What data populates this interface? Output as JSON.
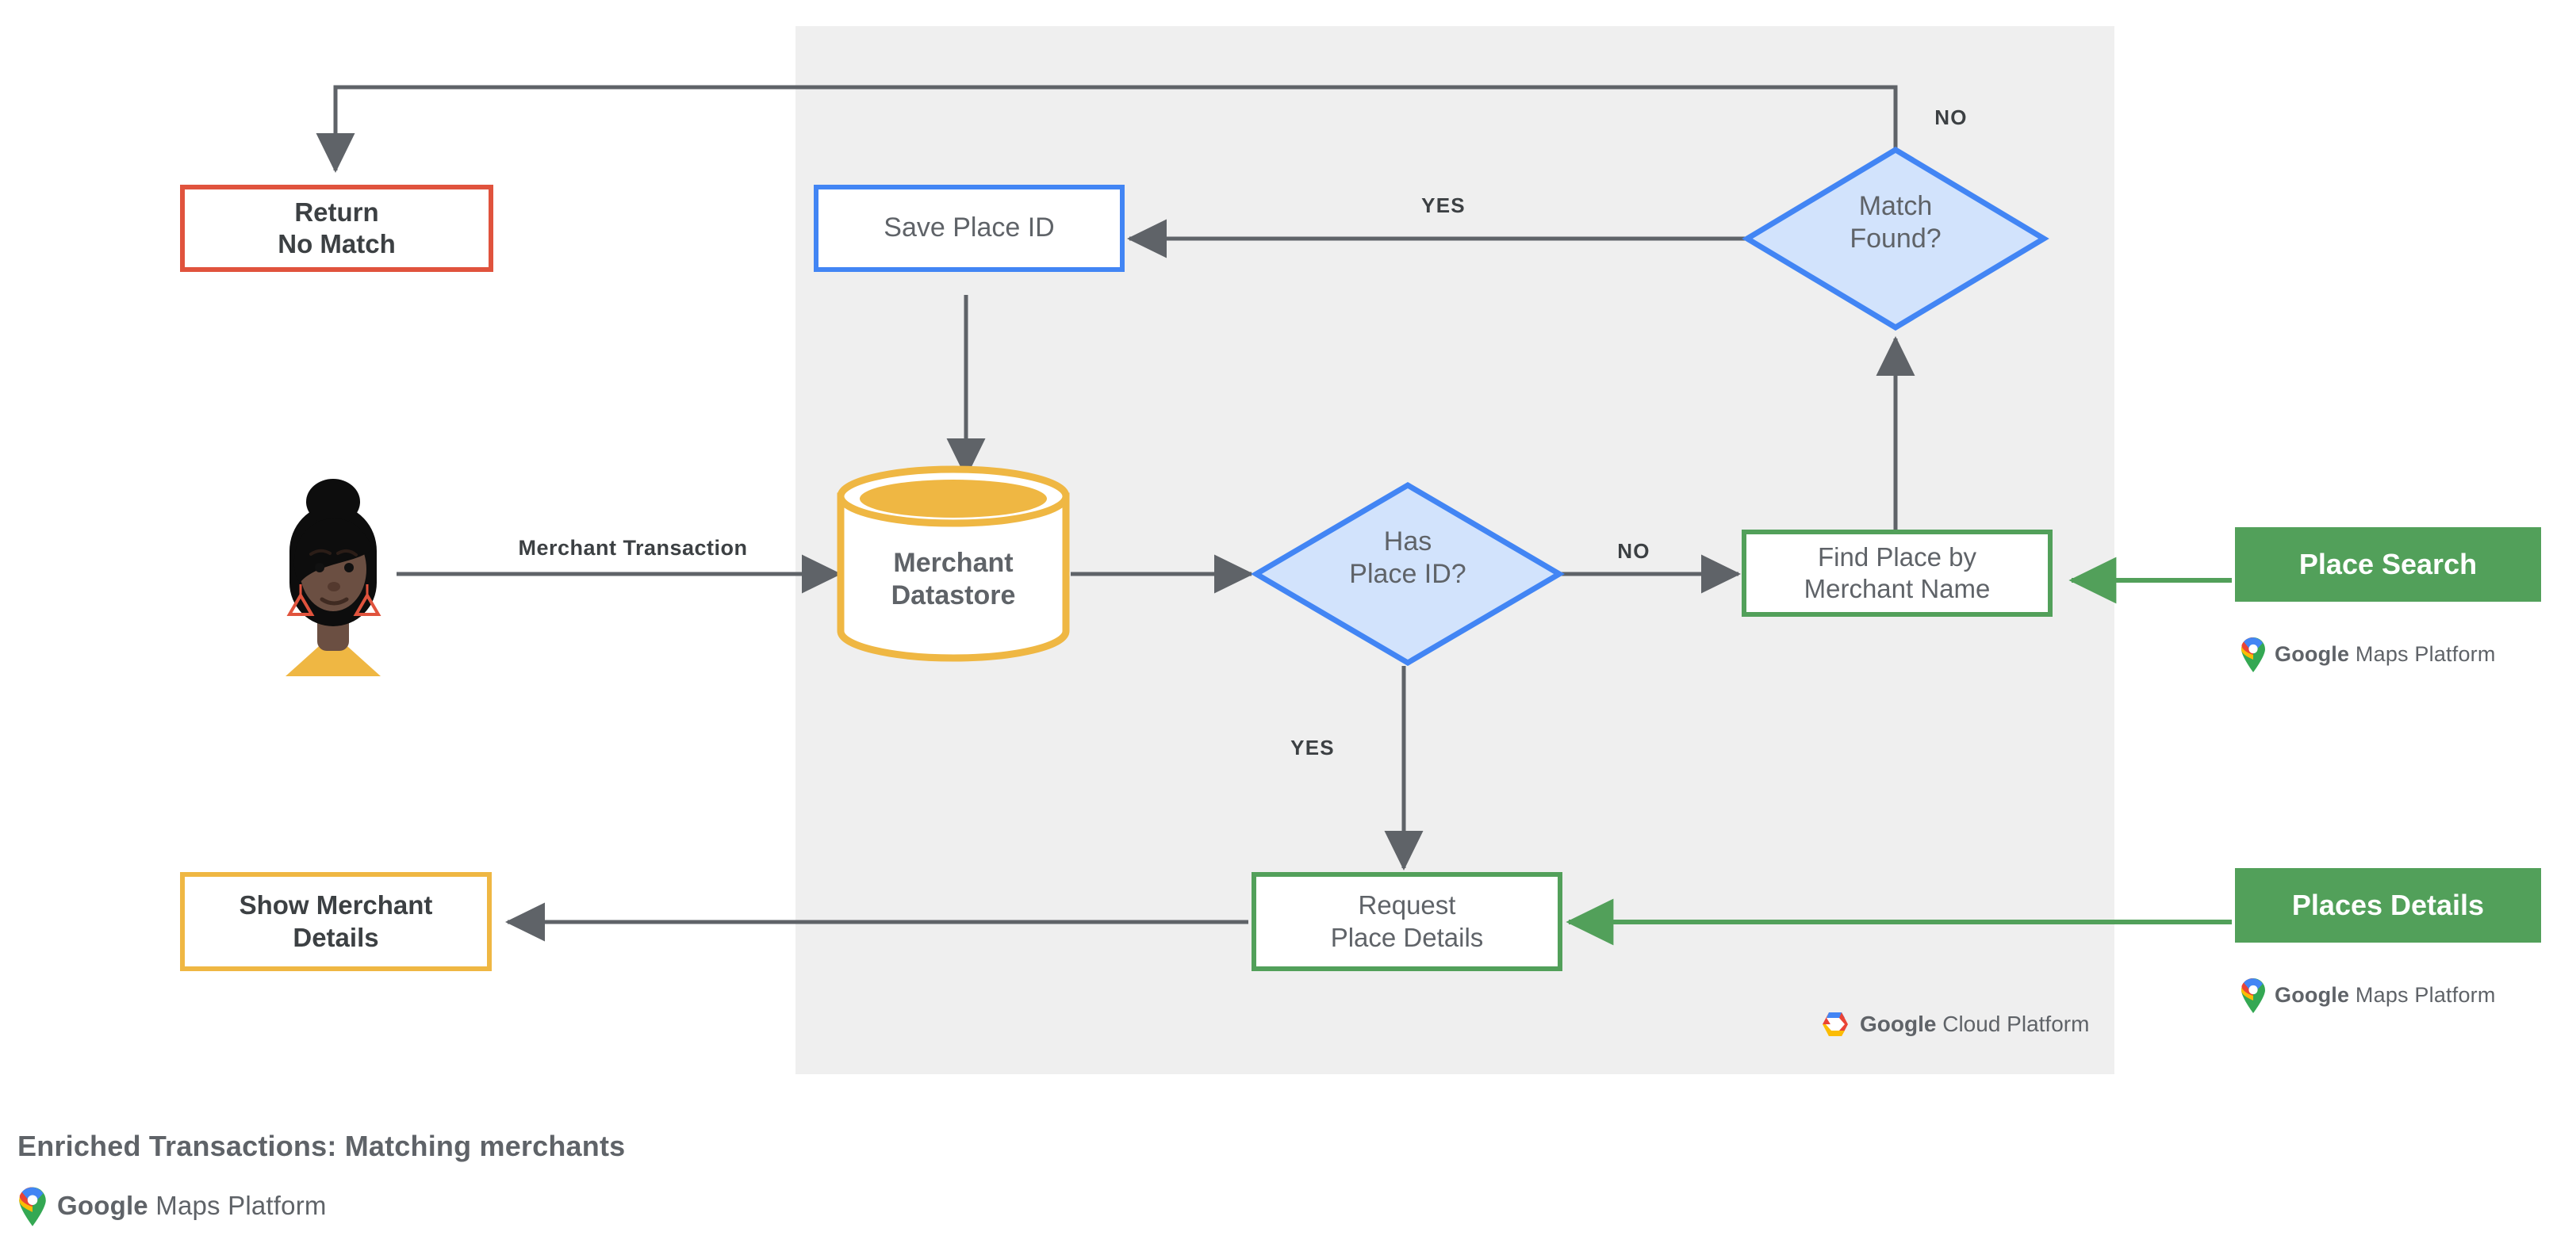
{
  "diagram": {
    "caption": "Enriched Transactions: Matching merchants",
    "panel_label": "google-cloud-platform-region",
    "colors": {
      "panel_bg": "#efefef",
      "blue": "#4285f4",
      "blue_fill": "#d2e3fc",
      "green": "#52a05a",
      "green_chip": "#52a05a",
      "yellow": "#efb743",
      "red": "#e0533d",
      "arrow": "#5f6368",
      "text": "#5f6368"
    },
    "nodes": {
      "return_no_match": {
        "line1": "Return",
        "line2": "No Match"
      },
      "save_place_id": {
        "line1": "Save Place ID"
      },
      "match_found": {
        "line1": "Match",
        "line2": "Found?"
      },
      "merchant_datastore": {
        "line1": "Merchant",
        "line2": "Datastore"
      },
      "has_place_id": {
        "line1": "Has",
        "line2": "Place ID?"
      },
      "find_place_by_merchant_name": {
        "line1": "Find Place by",
        "line2": "Merchant Name"
      },
      "request_place_details": {
        "line1": "Request",
        "line2": "Place Details"
      },
      "show_merchant_details": {
        "line1": "Show Merchant",
        "line2": "Details"
      },
      "place_search_chip": {
        "label": "Place Search"
      },
      "places_details_chip": {
        "label": "Places Details"
      },
      "user_avatar": {
        "label": "user-avatar"
      }
    },
    "edge_labels": {
      "merchant_transaction": "Merchant Transaction",
      "match_found_yes": "YES",
      "match_found_no": "NO",
      "has_place_id_no": "NO",
      "has_place_id_yes": "YES"
    },
    "logos": {
      "maps_platform": {
        "brand": "Google",
        "product": "Maps Platform"
      },
      "cloud_platform": {
        "brand": "Google",
        "product": "Cloud Platform"
      }
    }
  }
}
